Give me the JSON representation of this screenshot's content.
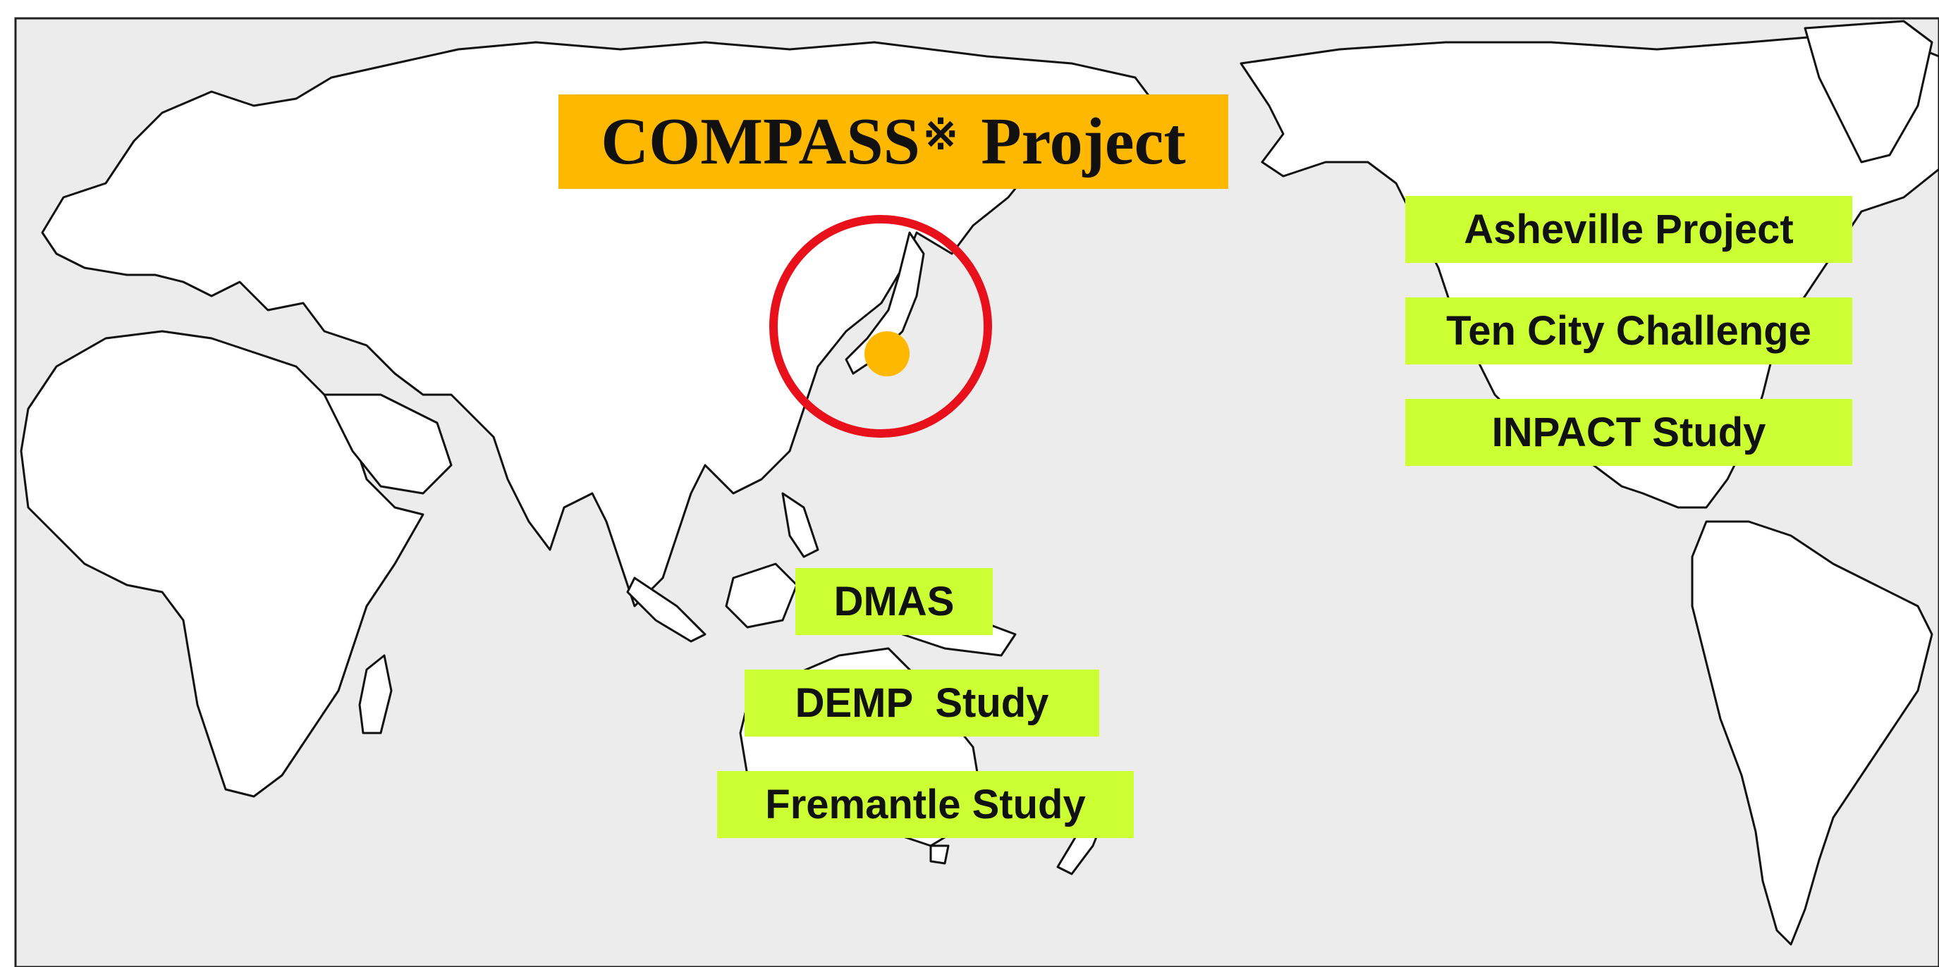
{
  "title": {
    "main": "COMPASS",
    "mark": "※",
    "suffix": "Project"
  },
  "colors": {
    "ocean": "#ececec",
    "land": "#ffffff",
    "coast": "#111111",
    "title_bg": "#ffb800",
    "label_bg": "#ccff33",
    "circle": "#e8101a",
    "dot": "#ffb800"
  },
  "labels": {
    "asheville": "Asheville Project",
    "ten_city": "Ten City Challenge",
    "inpact": "INPACT Study",
    "dmas": "DMAS",
    "demp": "DEMP  Study",
    "fremantle": "Fremantle Study"
  }
}
